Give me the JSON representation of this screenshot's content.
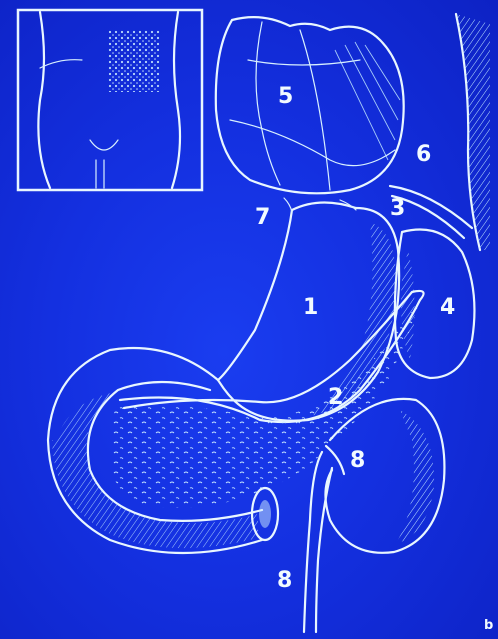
{
  "colors": {
    "background": "#1430e0",
    "line": "#e8f6ff"
  },
  "labels": {
    "l1": "1",
    "l2": "2",
    "l3": "3",
    "l4": "4",
    "l5": "5",
    "l6": "6",
    "l7": "7",
    "l8a": "8",
    "l8b": "8",
    "corner": "b"
  }
}
